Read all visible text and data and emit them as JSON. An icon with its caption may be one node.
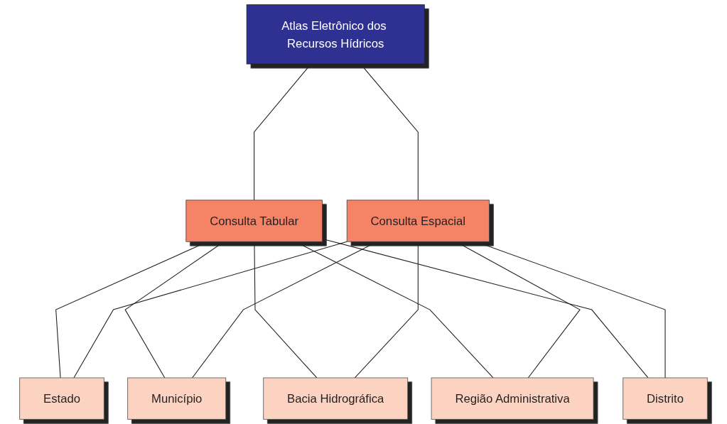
{
  "diagram": {
    "nodes": [
      {
        "text": [
          "Atlas Eletrônico dos Recursos Hídricos"
        ]
      },
      {
        "text": [
          "Consulta Tabular"
        ]
      },
      {
        "text": [
          "Consulta Espacial"
        ]
      },
      {
        "text": [
          "Estado"
        ]
      },
      {
        "text": [
          "Município"
        ]
      },
      {
        "text": [
          "Bacia Hidrográfica"
        ]
      },
      {
        "text": [
          "Região Administrativa"
        ]
      },
      {
        "text": [
          "Distrito"
        ]
      }
    ],
    "edges": [
      {
        "from": 0,
        "to": 1,
        "arrow": "none"
      },
      {
        "from": 0,
        "to": 2,
        "arrow": "none"
      },
      {
        "from": 1,
        "to": 3,
        "arrow": "none"
      },
      {
        "from": 1,
        "to": 4,
        "arrow": "none"
      },
      {
        "from": 1,
        "to": 5,
        "arrow": "none"
      },
      {
        "from": 1,
        "to": 6,
        "arrow": "none"
      },
      {
        "from": 1,
        "to": 7,
        "arrow": "none"
      },
      {
        "from": 2,
        "to": 3,
        "arrow": "none"
      },
      {
        "from": 2,
        "to": 4,
        "arrow": "none"
      },
      {
        "from": 2,
        "to": 5,
        "arrow": "none"
      },
      {
        "from": 2,
        "to": 6,
        "arrow": "none"
      },
      {
        "from": 2,
        "to": 7,
        "arrow": "none"
      }
    ]
  }
}
